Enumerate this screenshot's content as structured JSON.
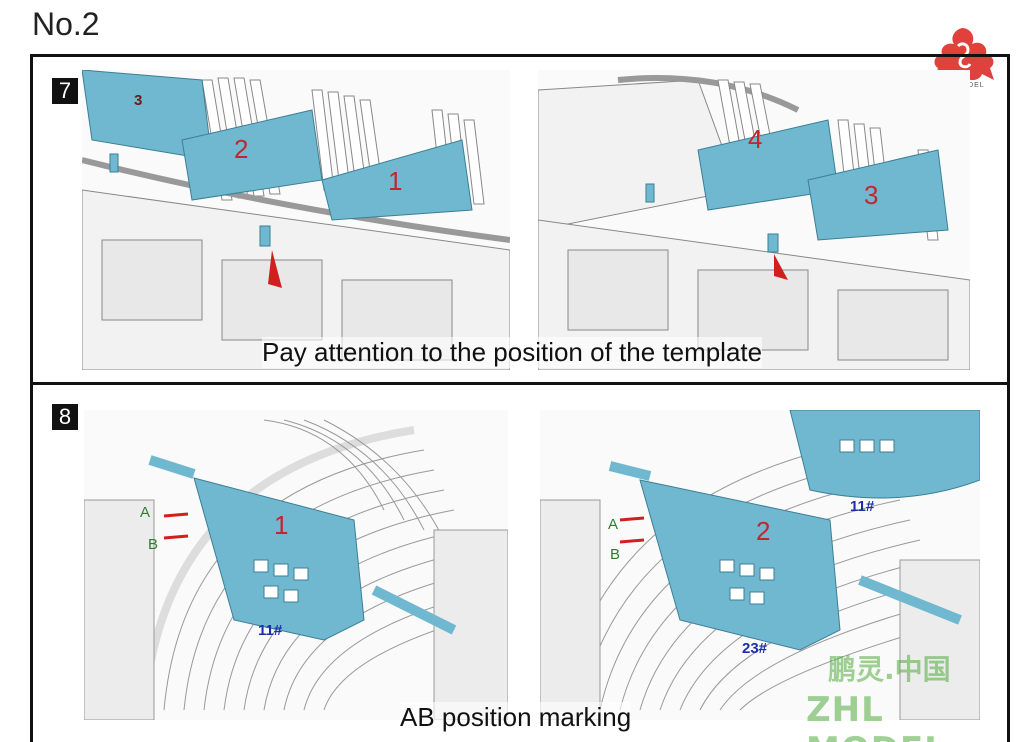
{
  "page": {
    "number": "No.2"
  },
  "logo": {
    "text": "Z.H.L MODEL",
    "color": "#e0413c"
  },
  "steps": [
    {
      "badge": "7",
      "caption": "Pay attention to the position of the template",
      "left": {
        "callouts": [
          "1",
          "2",
          "3"
        ]
      },
      "right": {
        "callouts": [
          "3",
          "4"
        ]
      }
    },
    {
      "badge": "8",
      "caption": "AB position marking",
      "left": {
        "callout": "1",
        "markA": "A",
        "markB": "B",
        "frame": "11#"
      },
      "right": {
        "callout": "2",
        "markA": "A",
        "markB": "B",
        "frame_top": "11#",
        "frame_bottom": "23#"
      }
    }
  ],
  "watermark": {
    "cn": "鹏灵.中国",
    "en": "ZHL MODEL"
  },
  "colors": {
    "template_blue": "#6fb8cf",
    "callout_red": "#c1272d",
    "frame_label_blue": "#1c2fa8",
    "mark_green": "#2f7d2f"
  }
}
